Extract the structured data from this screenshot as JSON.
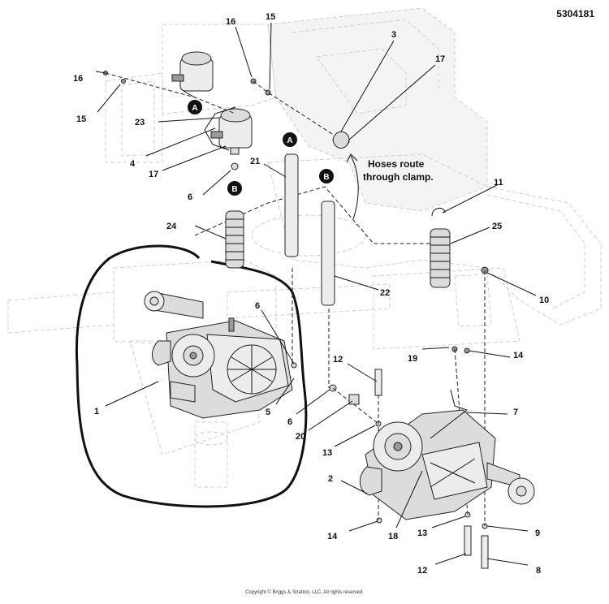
{
  "diagram_number": "5304181",
  "note_line1": "Hoses route",
  "note_line2": "through clamp.",
  "copyright": "Copyright © Briggs & Stratton, LLC. All rights reserved.",
  "markers": {
    "a": "A",
    "b": "B"
  },
  "callouts": {
    "c1": "1",
    "c2": "2",
    "c3": "3",
    "c4": "4",
    "c5": "5",
    "c6a": "6",
    "c6b": "6",
    "c6c": "6",
    "c7": "7",
    "c8": "8",
    "c9": "9",
    "c10": "10",
    "c11": "11",
    "c12a": "12",
    "c12b": "12",
    "c13a": "13",
    "c13b": "13",
    "c14a": "14",
    "c14b": "14",
    "c15a": "15",
    "c15b": "15",
    "c16a": "16",
    "c16b": "16",
    "c17a": "17",
    "c17b": "17",
    "c18": "18",
    "c19": "19",
    "c20": "20",
    "c21": "21",
    "c22": "22",
    "c23": "23",
    "c24": "24",
    "c25": "25"
  }
}
